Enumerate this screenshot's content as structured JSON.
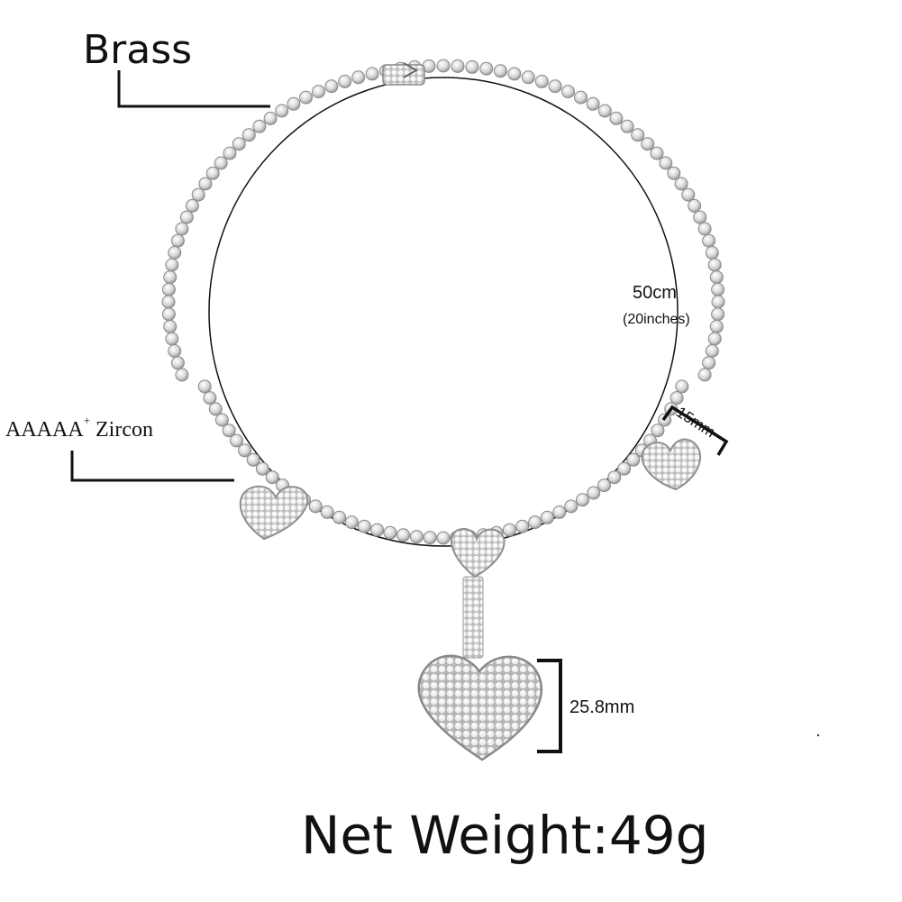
{
  "labels": {
    "material": "Brass",
    "zircon_grade": "AAAAA",
    "zircon_sup": "+",
    "zircon_text": " Zircon",
    "length_cm": "50cm",
    "length_in": "(20inches)",
    "width": "15mm",
    "pendant_size": "25.8mm",
    "net_weight": "Net Weight:49g"
  },
  "colors": {
    "background": "#ffffff",
    "text": "#111111",
    "silver_light": "#f4f4f4",
    "silver_mid": "#c8c8c8",
    "silver_dark": "#8a8a8a",
    "leader_line": "#111111"
  },
  "product": {
    "item": "heart-pendant-tennis-necklace",
    "stone_count_visible_hearts": 4
  }
}
